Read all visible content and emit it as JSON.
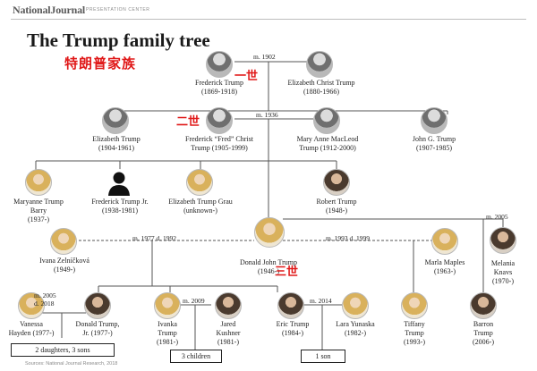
{
  "brand": "NationalJournal",
  "brand_sub": "PRESENTATION CENTER",
  "title": "The Trump family tree",
  "subtitle": "特朗普家族",
  "people": {
    "frederick": {
      "name": "Frederick Trump",
      "dates": "(1869-1918)",
      "photo": "bw"
    },
    "elizabeth_christ": {
      "name": "Elizabeth Christ Trump",
      "dates": "(1880-1966)",
      "photo": "bw"
    },
    "elizabeth_t": {
      "name": "Elizabeth Trump",
      "dates": "(1904-1961)",
      "photo": "bw"
    },
    "fred": {
      "name": "Frederick “Fred” Christ",
      "dates": "Trump (1905-1999)",
      "photo": "bw"
    },
    "mary_anne": {
      "name": "Mary Anne MacLeod",
      "dates": "Trump (1912-2000)",
      "photo": "bw"
    },
    "john_g": {
      "name": "John G. Trump",
      "dates": "(1907-1985)",
      "photo": "bw"
    },
    "maryanne": {
      "name": "Maryanne Trump",
      "name2": "Barry",
      "dates": "(1937-)",
      "photo": "blond"
    },
    "fred_jr": {
      "name": "Frederick Trump Jr.",
      "dates": "(1938-1981)",
      "photo": "silhouette"
    },
    "elizabeth_grau": {
      "name": "Elizabeth Trump Grau",
      "dates": "(unknown-)",
      "photo": "blond"
    },
    "robert": {
      "name": "Robert Trump",
      "dates": "(1948-)",
      "photo": "dark"
    },
    "donald": {
      "name": "Donald John Trump",
      "dates": "(1946-)",
      "photo": "blond"
    },
    "ivana": {
      "name": "Ivana Zelníčková",
      "dates": "(1949-)",
      "photo": "blond"
    },
    "marla": {
      "name": "Marla Maples",
      "dates": "(1963-)",
      "photo": "blond"
    },
    "melania": {
      "name": "Melania",
      "name2": "Knavs",
      "dates": "(1970-)",
      "photo": "dark"
    },
    "vanessa": {
      "name": "Vanessa",
      "name2": "Hayden (1977-)",
      "photo": "blond"
    },
    "donald_jr": {
      "name": "Donald Trump,",
      "name2": "Jr. (1977-)",
      "photo": "dark"
    },
    "ivanka": {
      "name": "Ivanka",
      "name2": "Trump",
      "dates": "(1981-)",
      "photo": "blond"
    },
    "jared": {
      "name": "Jared",
      "name2": "Kushner",
      "dates": "(1981-)",
      "photo": "dark"
    },
    "eric": {
      "name": "Eric Trump",
      "dates": "(1984-)",
      "photo": "dark"
    },
    "lara": {
      "name": "Lara Yunaska",
      "dates": "(1982-)",
      "photo": "blond"
    },
    "tiffany": {
      "name": "Tiffany",
      "name2": "Trump",
      "dates": "(1993-)",
      "photo": "blond"
    },
    "barron": {
      "name": "Barron",
      "name2": "Trump",
      "dates": "(2006-)",
      "photo": "dark"
    }
  },
  "marriages": {
    "m1902": "m. 1902",
    "m1936": "m. 1936",
    "m2005": "m. 2005",
    "m1977": "m. 1977 d. 1992",
    "m1993": "m. 1993 d. 1999",
    "m2005_jr": "m. 2005",
    "d2018": "d. 2018",
    "m2009": "m. 2009",
    "m2014": "m. 2014"
  },
  "generations": {
    "gen1": "一世",
    "gen2": "二世",
    "gen3": "三世"
  },
  "children": {
    "donald_jr": "2 daughters, 3 sons",
    "ivanka": "3 children",
    "eric": "1 son"
  },
  "source": "Sources: National Journal Research, 2018"
}
